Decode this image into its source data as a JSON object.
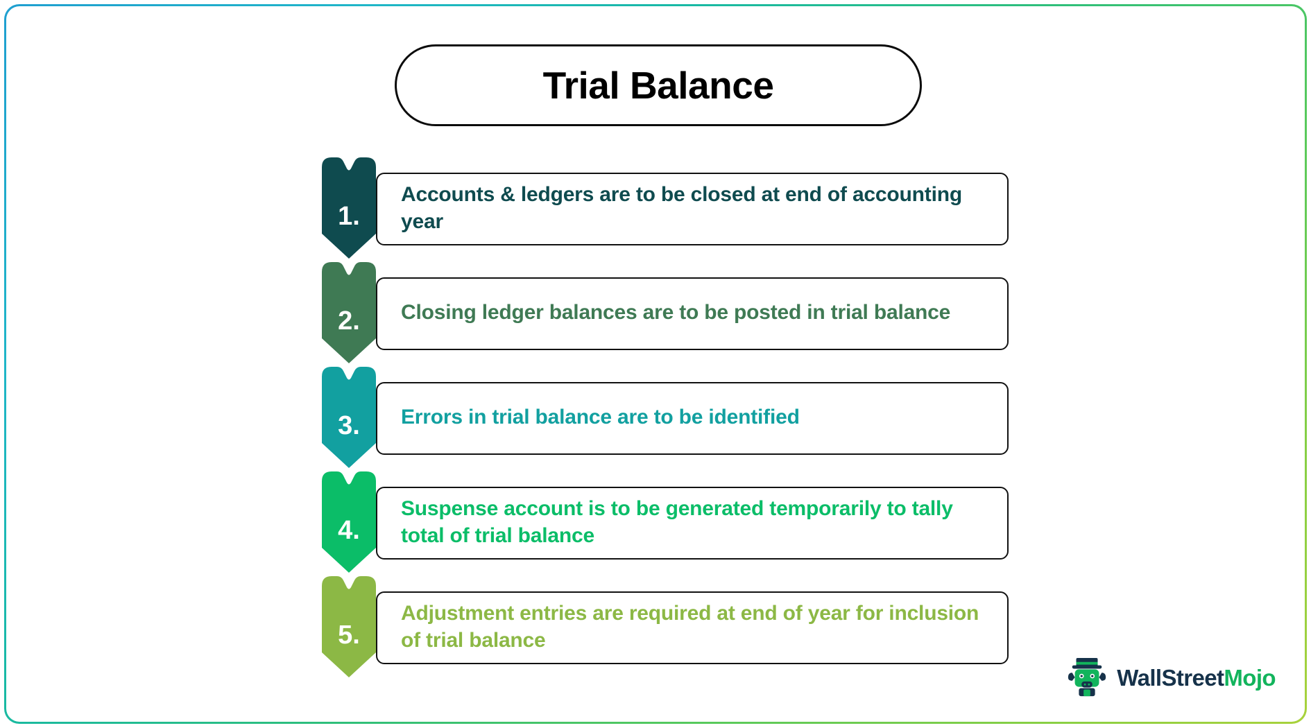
{
  "title": "Trial Balance",
  "colors": {
    "frame_gradient_start": "#1f9fd0",
    "frame_gradient_end": "#a9d23c",
    "title_text": "#000000",
    "card_border": "#111111",
    "logo_wall": "#16324a",
    "logo_mojo": "#12b45c"
  },
  "steps": [
    {
      "number": "1.",
      "text": "Accounts & ledgers are to be closed at end of accounting year",
      "color": "#0f4b4f"
    },
    {
      "number": "2.",
      "text": "Closing ledger balances are to be posted in trial balance",
      "color": "#3f7a54"
    },
    {
      "number": "3.",
      "text": "Errors in trial balance are to be identified",
      "color": "#12a0a0"
    },
    {
      "number": "4.",
      "text": "Suspense account is to be generated temporarily to tally total of trial balance",
      "color": "#0bbd68"
    },
    {
      "number": "5.",
      "text": "Adjustment entries are required at end of year for inclusion of trial balance",
      "color": "#8cb845"
    }
  ],
  "logo": {
    "mark": "bull-mascot-tophat-icon",
    "brand_first": "WallStreet",
    "brand_second": "Mojo"
  }
}
